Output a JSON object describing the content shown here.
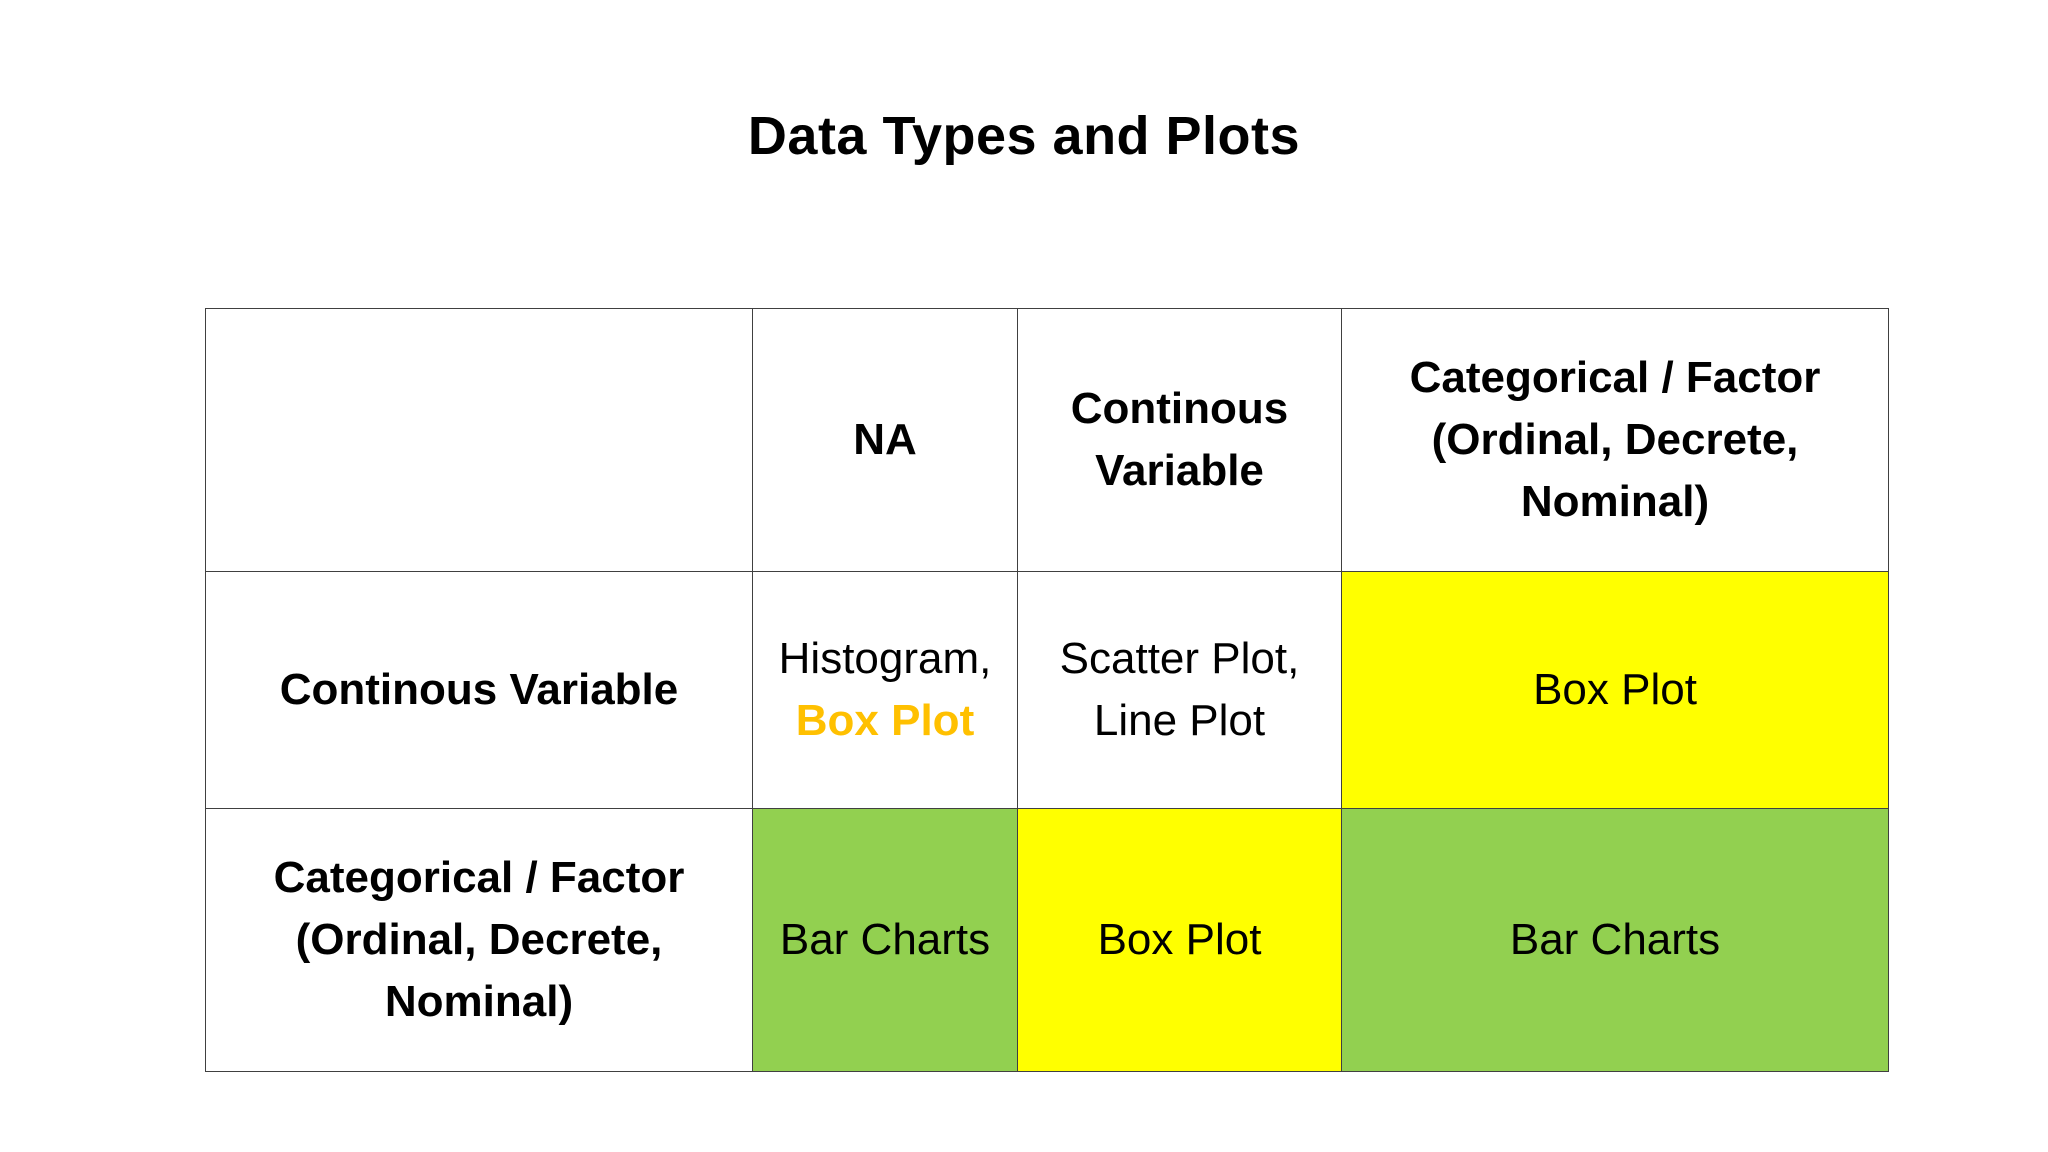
{
  "title": "Data Types and Plots",
  "colors": {
    "yellow": "#ffff00",
    "green": "#92d050",
    "accent": "#ffc000"
  },
  "header": {
    "corner": "",
    "col1": "NA",
    "col2_line1": "Continous",
    "col2_line2": "Variable",
    "col3_line1": "Categorical / Factor",
    "col3_line2": "(Ordinal, Decrete,",
    "col3_line3": "Nominal)"
  },
  "row_continuous": {
    "label": "Continous Variable",
    "na_line1": "Histogram,",
    "na_line2": "Box Plot",
    "continuous_line1": "Scatter Plot,",
    "continuous_line2": "Line Plot",
    "categorical": "Box Plot"
  },
  "row_categorical": {
    "label_line1": "Categorical / Factor",
    "label_line2": "(Ordinal, Decrete,",
    "label_line3": "Nominal)",
    "na": "Bar Charts",
    "continuous": "Box Plot",
    "categorical": "Bar Charts"
  }
}
